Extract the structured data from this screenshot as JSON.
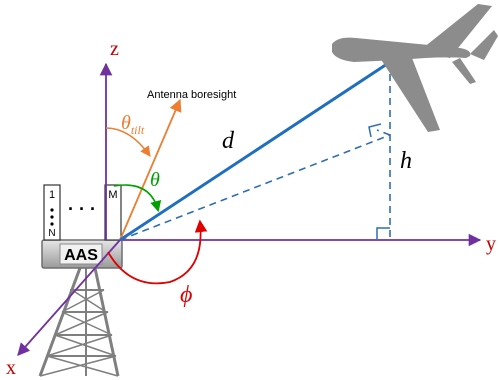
{
  "labels": {
    "axis_z": "z",
    "axis_y": "y",
    "axis_x": "x",
    "boresight": "Antenna boresight",
    "theta_tilt_base": "θ",
    "theta_tilt_sub": "tilt",
    "theta": "θ",
    "phi": "ϕ",
    "distance": "d",
    "height": "h",
    "array_first": "1",
    "array_last_col": "M",
    "array_last_row": "N",
    "array_ellipsis": "· · ·",
    "aas": "AAS"
  },
  "colors": {
    "axis": "#7030a0",
    "axis_label": "#c00000",
    "boresight": "#ed7d31",
    "theta_tilt": "#ed7d31",
    "theta": "#00a000",
    "phi": "#e00000",
    "los_line": "#1f6fc0",
    "projection_dashed": "#2e6db4",
    "drone": "#8c8c8c",
    "tower": "#7f7f7f",
    "aas_box": "#bdbdbd"
  },
  "icons": {
    "drone": "uav-silhouette-icon",
    "tower": "lattice-tower-icon",
    "antenna": "antenna-array-icon"
  }
}
